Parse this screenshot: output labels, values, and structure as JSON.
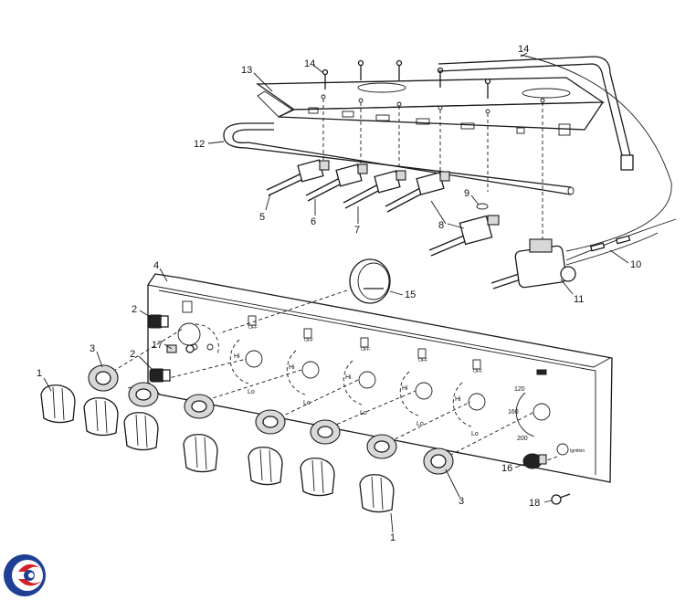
{
  "callouts": [
    "1",
    "2",
    "3",
    "4",
    "5",
    "6",
    "7",
    "8",
    "9",
    "10",
    "11",
    "12",
    "13",
    "14",
    "15",
    "16",
    "17",
    "18"
  ],
  "panel_labels": {
    "hi": "Hi",
    "lo": "Lo",
    "off": "OFF",
    "temp_120": "120",
    "temp_160": "160",
    "temp_200": "200",
    "ignition": "Ignition"
  },
  "colors": {
    "line": "#1a1a1a",
    "logo_blue": "#1f3f95",
    "logo_red": "#d42027"
  },
  "logo": "brand-logo-swirl"
}
